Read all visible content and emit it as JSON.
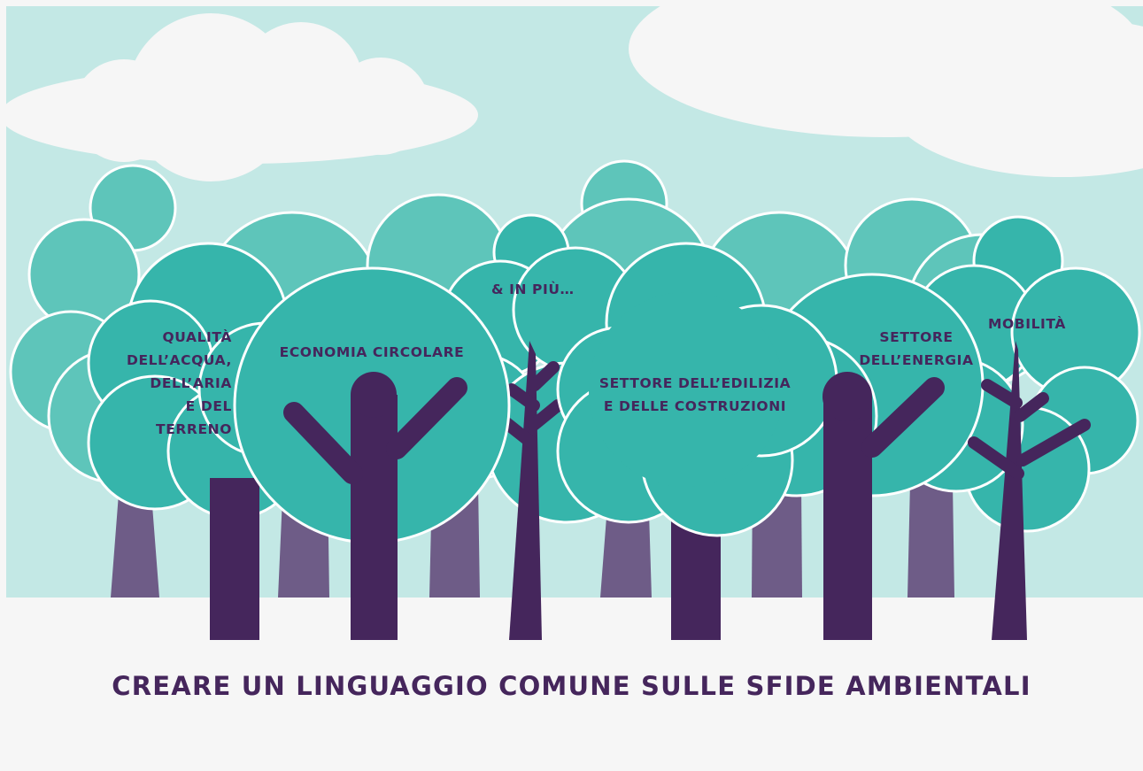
{
  "illustration": {
    "colors": {
      "sky": "#c3e8e5",
      "ground": "#f6f6f6",
      "cloud": "#f6f6f6",
      "tree_back": "#5ec5ba",
      "tree_front": "#36b5ab",
      "trunk_back": "#6e5c87",
      "trunk_front": "#45265c",
      "text": "#45265c"
    },
    "labels": {
      "water_air_soil": "QUALITÀ\nDELL’ACQUA,\nDELL’ARIA\nE DEL\nTERRENO",
      "circular_economy": "ECONOMIA CIRCOLARE",
      "and_more": "& IN PIÙ…",
      "construction": "SETTORE DELL’EDILIZIA\nE DELLE COSTRUZIONI",
      "energy": "SETTORE\nDELL’ENERGIA",
      "mobility": "MOBILITÀ"
    },
    "headline": "CREARE UN LINGUAGGIO COMUNE SULLE SFIDE AMBIENTALI"
  }
}
